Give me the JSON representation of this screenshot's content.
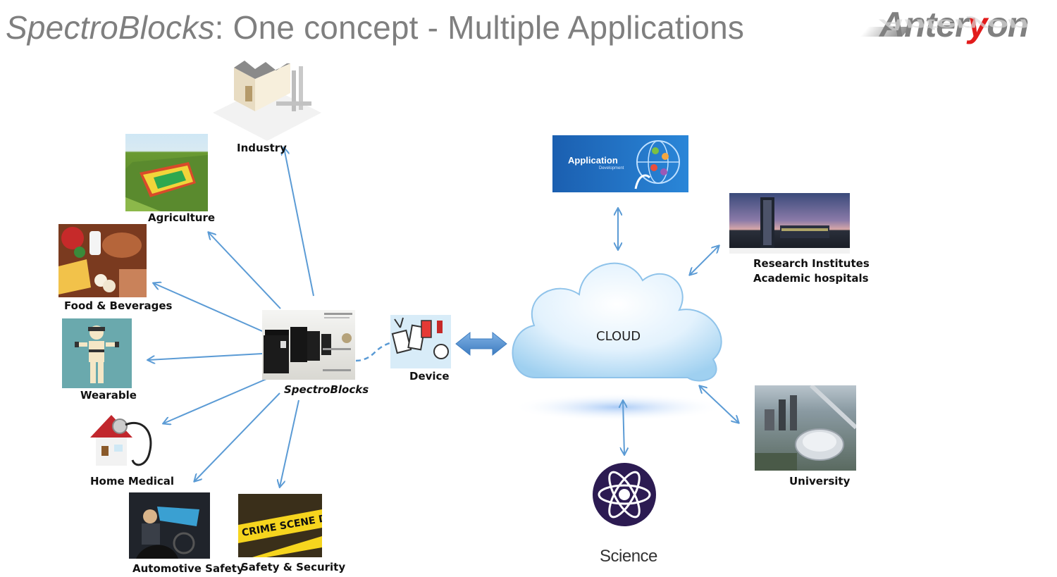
{
  "title": {
    "brand": "SpectroBlocks",
    "rest": ": One concept - Multiple Applications"
  },
  "logo": {
    "pre": "Anter",
    "accent": "y",
    "post": "on",
    "accent_color": "#e21b1b"
  },
  "center": {
    "label": "SpectroBlocks"
  },
  "device": {
    "label": "Device"
  },
  "cloud": {
    "label": "CLOUD"
  },
  "applications": {
    "industry": "Industry",
    "agriculture": "Agriculture",
    "food": "Food & Beverages",
    "wearable": "Wearable",
    "home_medical": "Home Medical",
    "automotive": "Automotive Safety",
    "security": "Safety & Security"
  },
  "cloud_nodes": {
    "app_dev_title": "Application",
    "app_dev_sub": "Development",
    "research_line1": "Research Institutes",
    "research_line2": "Academic hospitals",
    "university": "University",
    "science": "Science"
  },
  "security_tape": "CRIME SCENE DO NOT",
  "colors": {
    "arrow": "#5b9bd5",
    "arrow_fat": "#4a86c8",
    "cloud_edge": "#8fc3ea"
  }
}
